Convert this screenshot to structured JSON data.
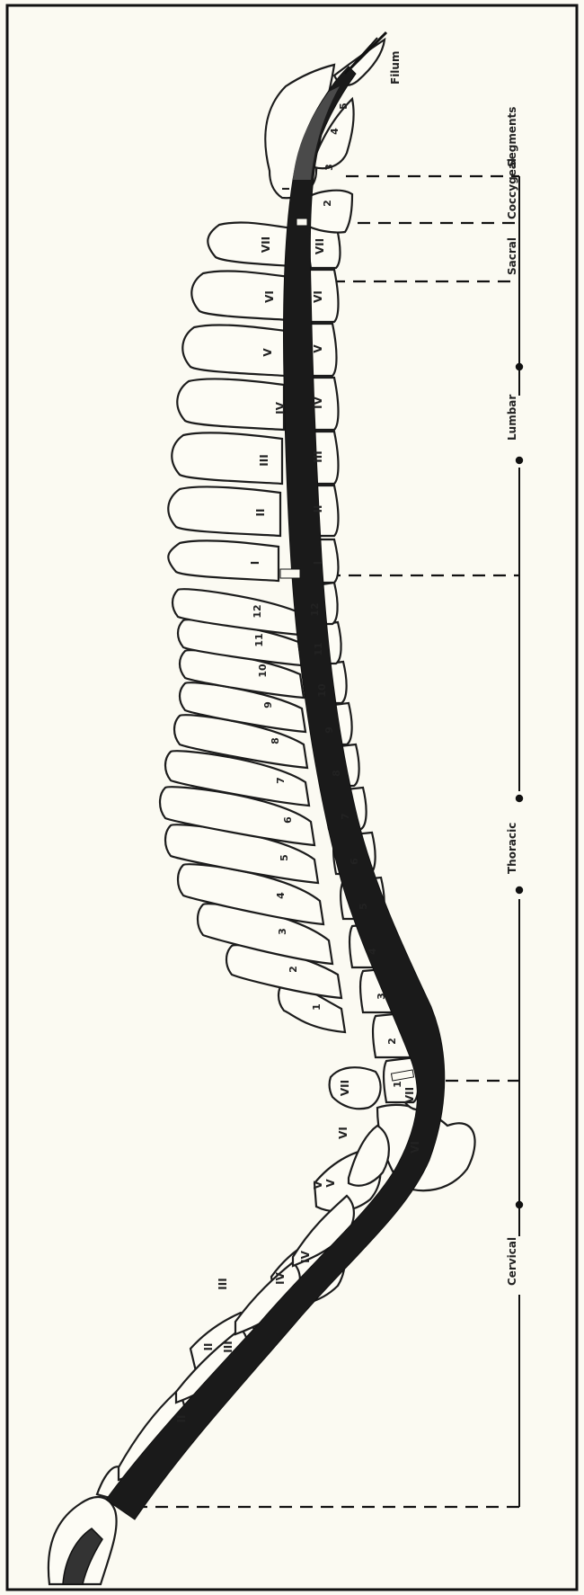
{
  "regions": {
    "cervical": "Cervical",
    "thoracic": "Thoracic",
    "lumbar": "Lumbar",
    "sacral": "Sacral",
    "coccygeal": "Coccygeal",
    "segments": "Segments"
  },
  "filum_label": "Filum",
  "cervical_vertebrae": [
    "II",
    "III",
    "IV",
    "V",
    "VI",
    "VII"
  ],
  "cervical_dorsal_labels": [
    "II",
    "III",
    "IV",
    "V",
    "VI",
    "VII"
  ],
  "thoracic_body_labels": [
    "1",
    "2",
    "3",
    "4",
    "5",
    "6",
    "7",
    "8",
    "9",
    "10",
    "11",
    "12"
  ],
  "thoracic_spine_labels": [
    "1",
    "2",
    "3",
    "4",
    "5",
    "6",
    "7",
    "8",
    "9",
    "10",
    "11",
    "12"
  ],
  "lumbar_body_labels": [
    "I",
    "II",
    "III",
    "IV",
    "V",
    "VI",
    "VII"
  ],
  "lumbar_spine_labels": [
    "I",
    "II",
    "III",
    "IV",
    "V",
    "VI",
    "VII"
  ],
  "sacral_labels": [
    "I",
    "2",
    "3",
    "4",
    "5"
  ],
  "colors": {
    "cord": "#1a1a1a",
    "outline": "#1c1c1c",
    "paper": "#fbfaf2"
  }
}
